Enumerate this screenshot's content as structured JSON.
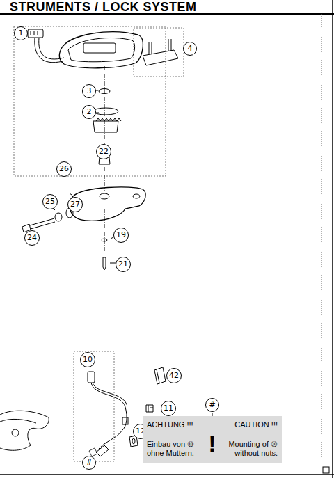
{
  "diagram": {
    "title": "STRUMENTS / LOCK SYSTEM",
    "nodes": [
      {
        "text": [
          "ACHTUNG !!!",
          "CAUTION !!!",
          "!",
          "Einbau von ⑩ ohne Muttern.",
          "Mounting of ⑩ without nuts."
        ]
      }
    ],
    "labels": [
      "1",
      "4",
      "3",
      "2",
      "22",
      "26",
      "25",
      "27",
      "19",
      "24",
      "21",
      "10",
      "42",
      "11",
      "12",
      "#",
      "#"
    ]
  }
}
